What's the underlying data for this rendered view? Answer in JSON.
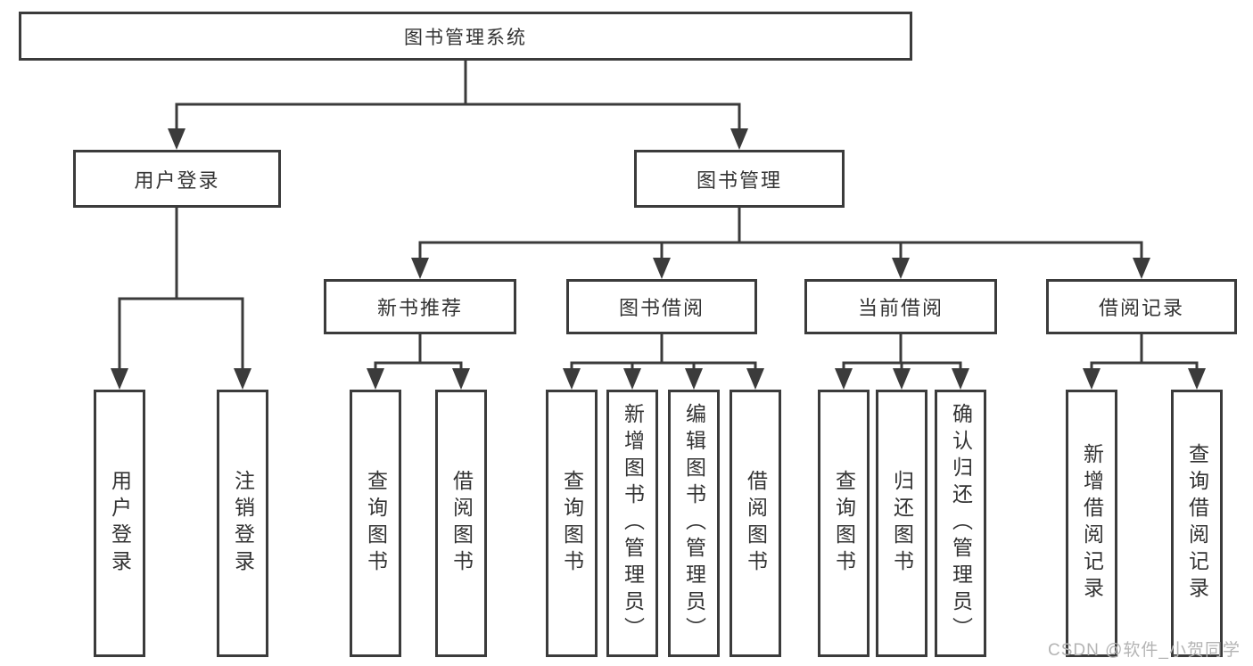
{
  "tree": {
    "label": "图书管理系统",
    "children": [
      {
        "label": "用户登录",
        "children": [
          {
            "label": "用户登录"
          },
          {
            "label": "注销登录"
          }
        ]
      },
      {
        "label": "图书管理",
        "children": [
          {
            "label": "新书推荐",
            "children": [
              {
                "label": "查询图书"
              },
              {
                "label": "借阅图书"
              }
            ]
          },
          {
            "label": "图书借阅",
            "children": [
              {
                "label": "查询图书"
              },
              {
                "label": "新增图书（管理员）"
              },
              {
                "label": "编辑图书（管理员）"
              },
              {
                "label": "借阅图书"
              }
            ]
          },
          {
            "label": "当前借阅",
            "children": [
              {
                "label": "查询图书"
              },
              {
                "label": "归还图书"
              },
              {
                "label": "确认归还（管理员）"
              }
            ]
          },
          {
            "label": "借阅记录",
            "children": [
              {
                "label": "新增借阅记录"
              },
              {
                "label": "查询借阅记录"
              }
            ]
          }
        ]
      }
    ]
  },
  "watermark": {
    "text": "CSDN @软件_小贺同学"
  },
  "colors": {
    "line": "#3b3b3b",
    "text": "#333333",
    "watermark": "#b4b4b4",
    "background": "#ffffff"
  }
}
